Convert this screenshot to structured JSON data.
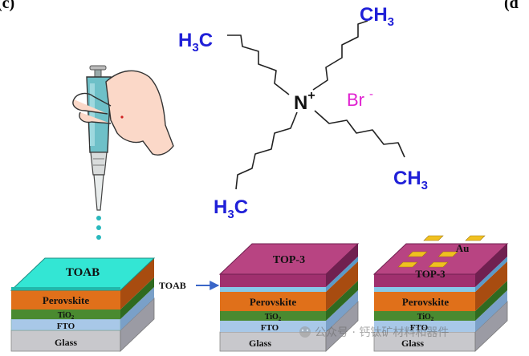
{
  "panel": {
    "left_label": "(c)",
    "right_label": "(d"
  },
  "molecule": {
    "groups": [
      "H3C",
      "CH3",
      "CH3",
      "H3C"
    ],
    "center": "N",
    "center_charge": "+",
    "counter_ion": "Br",
    "counter_charge": "-"
  },
  "colors": {
    "methyl_blue": "#2020d8",
    "bromide_magenta": "#e020d0",
    "perovskite": "#e0701a",
    "tio2": "#4a8a30",
    "fto": "#a8c8e8",
    "glass": "#c8c8cc",
    "toab_cyan": "#33e6d4",
    "top3_purple": "#a0306e",
    "gold": "#f0c020"
  },
  "devices": {
    "left": {
      "top": "TOAB",
      "layers": [
        "Perovskite",
        "TiO2",
        "FTO",
        "Glass"
      ]
    },
    "middle": {
      "top": "TOP-3",
      "layers": [
        "Perovskite",
        "TiO2",
        "FTO",
        "Glass"
      ]
    },
    "right": {
      "electrode": "Au",
      "top": "TOP-3",
      "layers": [
        "Perovskite",
        "TiO2",
        "FTO",
        "Glass"
      ]
    }
  },
  "arrow_label": "TOAB",
  "watermark": "公众号 · 钙钛矿材料和器件"
}
